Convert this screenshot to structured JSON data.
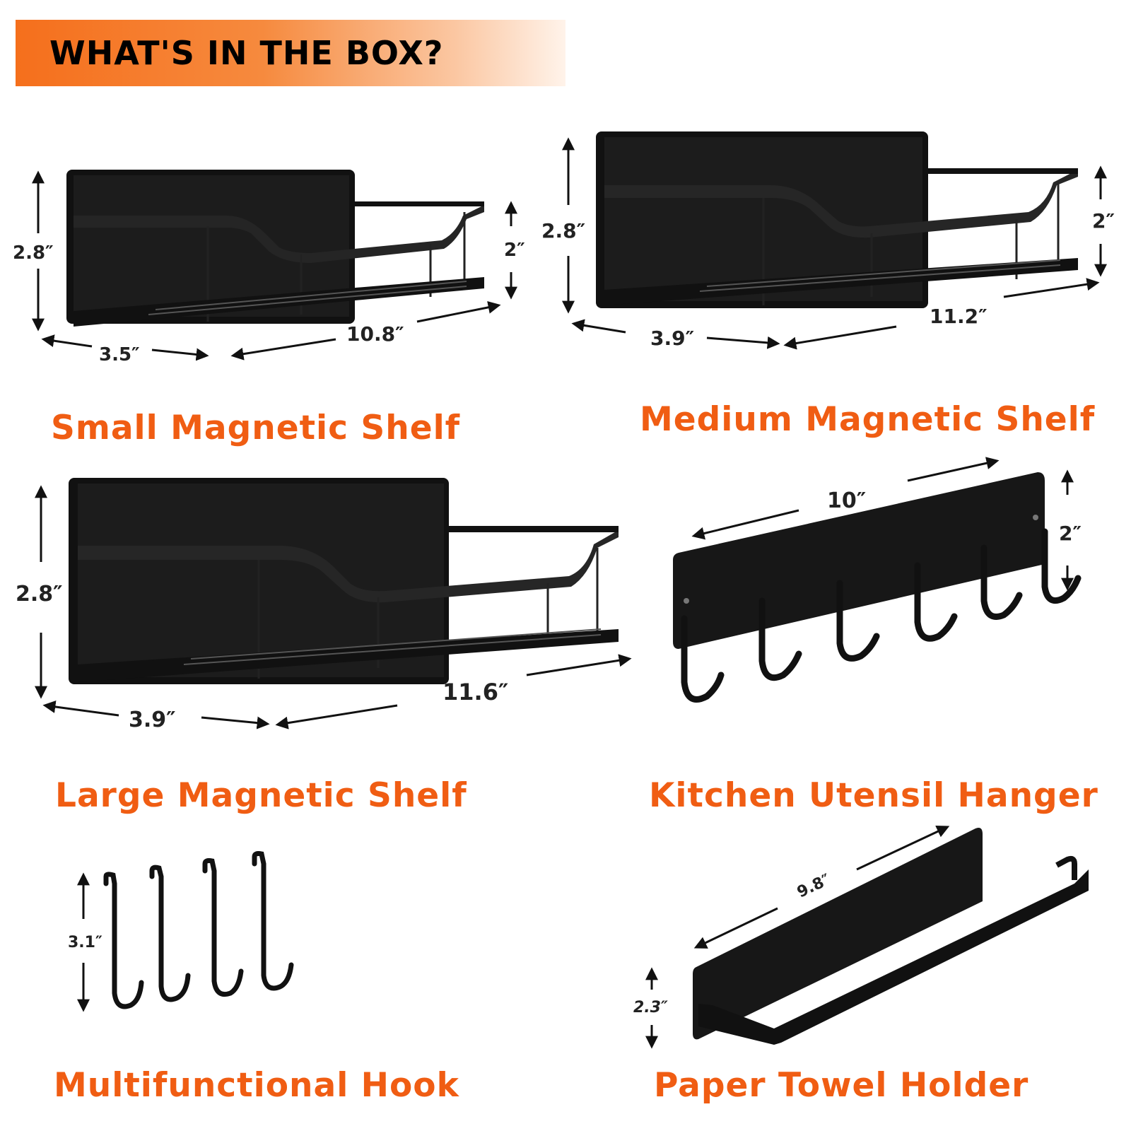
{
  "header": {
    "title": "WHAT'S IN THE BOX?"
  },
  "colors": {
    "banner_orange": "#f56f1c",
    "label_orange": "#f05d13",
    "product_black": "#161616"
  },
  "items": [
    {
      "name": "Small Magnetic Shelf",
      "dims": {
        "height": "2.8″",
        "rail": "2″",
        "depth": "3.5″",
        "length": "10.8″"
      }
    },
    {
      "name": "Medium Magnetic Shelf",
      "dims": {
        "height": "2.8″",
        "rail": "2″",
        "depth": "3.9″",
        "length": "11.2″"
      }
    },
    {
      "name": "Large Magnetic Shelf",
      "dims": {
        "height": "2.8″",
        "depth": "3.9″",
        "length": "11.6″"
      }
    },
    {
      "name": "Kitchen Utensil Hanger",
      "dims": {
        "length": "10″",
        "height": "2″"
      }
    },
    {
      "name": "Multifunctional Hook",
      "dims": {
        "height": "3.1″"
      }
    },
    {
      "name": "Paper Towel Holder",
      "dims": {
        "length": "9.8″",
        "height": "2.3″"
      }
    }
  ]
}
